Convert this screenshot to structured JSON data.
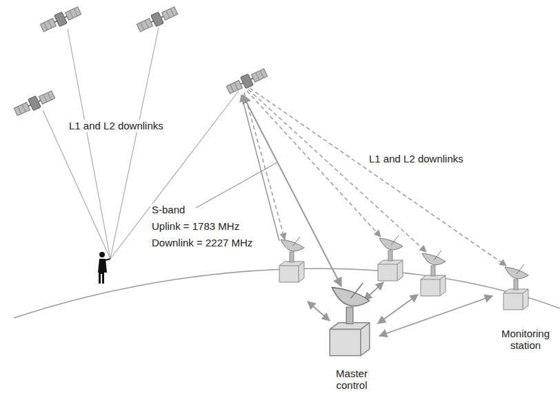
{
  "diagram": {
    "nodes": [
      {
        "text": [
          "Master control"
        ]
      },
      {
        "text": [
          "Monitoring station"
        ]
      }
    ],
    "edges": [
      {
        "from": 0,
        "to": 1,
        "arrow": "both"
      }
    ],
    "labels": [
      "L1 and L2 downlinks",
      "L1 and L2 downlinks",
      "S-band",
      "Uplink = 1783 MHz",
      "Downlink = 2227 MHz"
    ]
  }
}
